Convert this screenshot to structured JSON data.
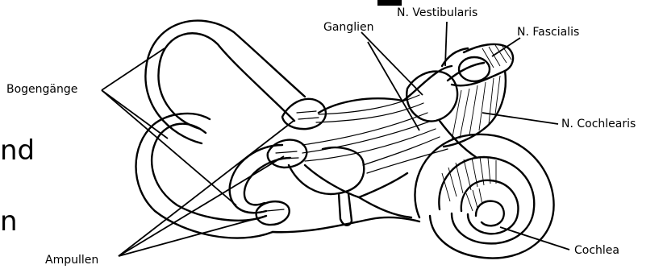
{
  "labels": {
    "n_vestibularis": "N. Vestibularis",
    "ganglien": "Ganglien",
    "n_fascialis": "N. Fascialis",
    "bogengaenge": "Bogengänge",
    "n_cochlearis": "N. Cochlearis",
    "ampullen": "Ampullen",
    "cochlea": "Cochlea"
  },
  "text_fragments": {
    "left_upper": "nd",
    "left_lower": "n"
  }
}
